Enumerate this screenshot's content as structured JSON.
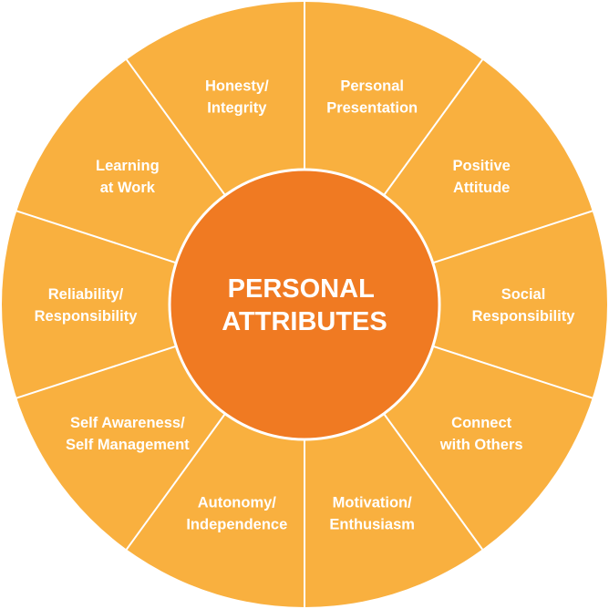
{
  "colors": {
    "segment": "#F9B03F",
    "center": "#F07A22",
    "divider": "#FFFFFF"
  },
  "center": {
    "lines": [
      "PERSONAL",
      "ATTRIBUTES"
    ]
  },
  "segments": [
    {
      "lines": [
        "Personal",
        "Presentation"
      ]
    },
    {
      "lines": [
        "Positive",
        "Attitude"
      ]
    },
    {
      "lines": [
        "Social",
        "Responsibility"
      ]
    },
    {
      "lines": [
        "Connect",
        "with Others"
      ]
    },
    {
      "lines": [
        "Motivation/",
        "Enthusiasm"
      ]
    },
    {
      "lines": [
        "Autonomy/",
        "Independence"
      ]
    },
    {
      "lines": [
        "Self Awareness/",
        "Self Management"
      ]
    },
    {
      "lines": [
        "Reliability/",
        "Responsibility"
      ]
    },
    {
      "lines": [
        "Learning",
        "at Work"
      ]
    },
    {
      "lines": [
        "Honesty/",
        "Integrity"
      ]
    }
  ]
}
